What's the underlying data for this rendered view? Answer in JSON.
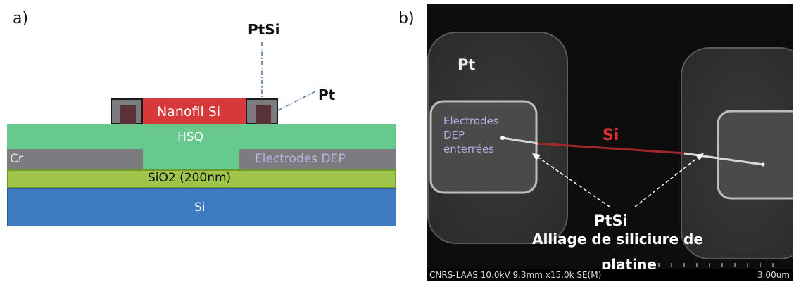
{
  "panel_a": {
    "letter": "a)",
    "annotations": {
      "ptsi": "PtSi",
      "pt": "Pt"
    },
    "layers": {
      "nanofil": "Nanofil Si",
      "hsq": "HSQ",
      "cr": "Cr",
      "electrodes_dep": "Electrodes DEP",
      "sio2": "SiO2 (200nm)",
      "si": "Si"
    },
    "colors": {
      "si": "#3f7bc0",
      "sio2": "#9ec44a",
      "hsq": "#67c98b",
      "electrodes": "#7c7c80",
      "nanofil": "#d7383a",
      "ptsi_contact": "#5a3236"
    }
  },
  "panel_b": {
    "letter": "b)",
    "labels": {
      "pt": "Pt",
      "si": "Si",
      "electrodes_line1": "Electrodes",
      "electrodes_line2": "DEP",
      "electrodes_line3": "enterrées",
      "ptsi": "PtSi",
      "alliage_line1": "Alliage de siliciure de",
      "alliage_line2": "platine"
    },
    "info_bar": {
      "left": "CNRS-LAAS 10.0kV 9.3mm x15.0k SE(M)",
      "right": "3.00um"
    }
  }
}
